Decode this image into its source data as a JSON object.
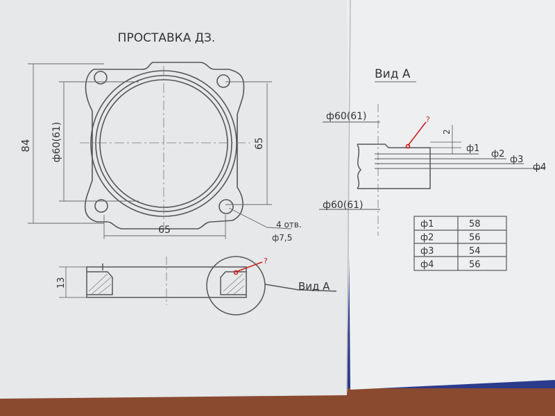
{
  "sheet1": {
    "title": "ПРОСТАВКА ДЗ.",
    "dim_height": "84",
    "dim_bore": "ф60(61)",
    "dim_hole_spacing_v": "65",
    "dim_hole_spacing_h": "65",
    "hole_note_line1": "4 отв.",
    "hole_note_line2": "ф7,5",
    "dim_thickness": "13",
    "view_label": "Вид А",
    "question_mark": "?"
  },
  "sheet2": {
    "title": "Вид А",
    "dim_top": "ф60(61)",
    "dim_bottom": "ф60(61)",
    "dim_small": "2",
    "question_mark": "?",
    "callouts": [
      "ф1",
      "ф2",
      "ф3",
      "ф4"
    ],
    "table": [
      {
        "label": "ф1",
        "value": "58"
      },
      {
        "label": "ф2",
        "value": "56"
      },
      {
        "label": "ф3",
        "value": "54"
      },
      {
        "label": "ф4",
        "value": "56"
      }
    ]
  },
  "colors": {
    "background": "#2a3a8a",
    "paper": "#e9ebec",
    "pencil": "#555555",
    "red_marker": "#cc2020"
  }
}
